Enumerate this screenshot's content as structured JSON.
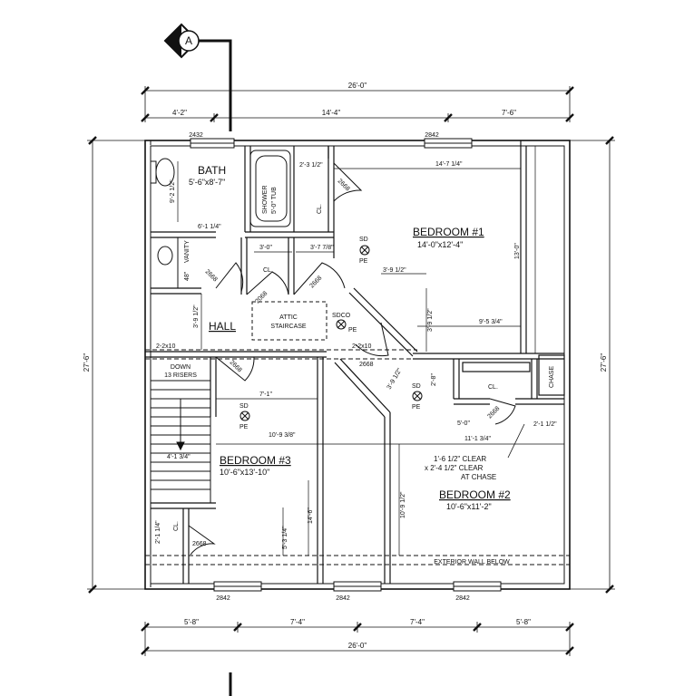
{
  "section_marker": {
    "letter": "A"
  },
  "dimensions": {
    "overall_width_top": "26'-0\"",
    "overall_width_bottom": "26'-0\"",
    "top_segments": [
      "4'-2\"",
      "14'-4\"",
      "7'-6\""
    ],
    "bottom_segments": [
      "5'-8\"",
      "7'-4\"",
      "7'-4\"",
      "5'-8\""
    ],
    "overall_height_left": "27'-6\"",
    "overall_height_right": "27'-6\""
  },
  "windows": {
    "bath": "2432",
    "bedroom1": "2842",
    "bedroom3": "2842",
    "bottom_middle": "2842",
    "bedroom2": "2842"
  },
  "doors": {
    "bath_closet": "2668",
    "bath": "2668",
    "closet_left": "2068",
    "closet_right": "2668",
    "bedroom1": "2668",
    "bedroom3": "2668",
    "bedroom2_closet": "2668",
    "lower_closet": "2668"
  },
  "rooms": {
    "bath": {
      "name": "BATH",
      "size": "5'-6\"x8'-7\""
    },
    "bedroom1": {
      "name": "BEDROOM #1",
      "size": "14'-0\"x12'-4\""
    },
    "hall": {
      "name": "HALL"
    },
    "attic": {
      "line1": "ATTIC",
      "line2": "STAIRCASE"
    },
    "bedroom3": {
      "name": "BEDROOM #3",
      "size": "10'-6\"x13'-10\""
    },
    "bedroom2": {
      "name": "BEDROOM #2",
      "size": "10'-6\"x11'-2\""
    }
  },
  "labels": {
    "shower": "SHOWER",
    "tub": "5'-0\" TUB",
    "vanity": "VANITY",
    "vanity_depth": "48\"",
    "closet": "CL.",
    "chase": "CHASE",
    "stairs_down": "DOWN",
    "stairs_risers": "13 RISERS",
    "header_left": "2-2x10",
    "header_right": "2-2x10",
    "sd": "SD",
    "pe": "PE",
    "sdco": "SDCO",
    "clear_note_1": "1'-6 1/2\" CLEAR",
    "clear_note_2": "x 2'-4 1/2\" CLEAR",
    "clear_note_3": "AT CHASE",
    "exterior_wall": "EXTERIOR WALL BELOW"
  },
  "interior_dims": {
    "bath_height": "9'-2 1/2\"",
    "bath_width": "6'-1 1/4\"",
    "bath_top": "2'-3 1/2\"",
    "bed1_width": "14'-7 1/4\"",
    "bed1_height": "13'-0\"",
    "cl_width_1": "3'-0\"",
    "cl_width_2": "3'-7 7/8\"",
    "hall_height": "3'-9 1/2\"",
    "bed1_sub_1": "3'-9 1/2\"",
    "bed1_sub_2": "3'-9 1/2\"",
    "bed1_sub_3": "9'-5 3/4\"",
    "diag_1": "3'-9 1/2\"",
    "bed2_cl_h": "2'-8\"",
    "bed3_w": "7'-1\"",
    "bed3_w2": "10'-9 3/8\"",
    "stair_w": "4'-1 3/4\"",
    "bed3_h": "14'-6\"",
    "bed3_h2": "5'-3 1/4\"",
    "lower_cl": "2'-1 1/4\"",
    "bed2_h": "10'-9 1/2\"",
    "bed2_cl_w": "5'-0\"",
    "bed2_w": "11'-1 3/4\"",
    "chase_w": "2'-1 1/2\""
  }
}
